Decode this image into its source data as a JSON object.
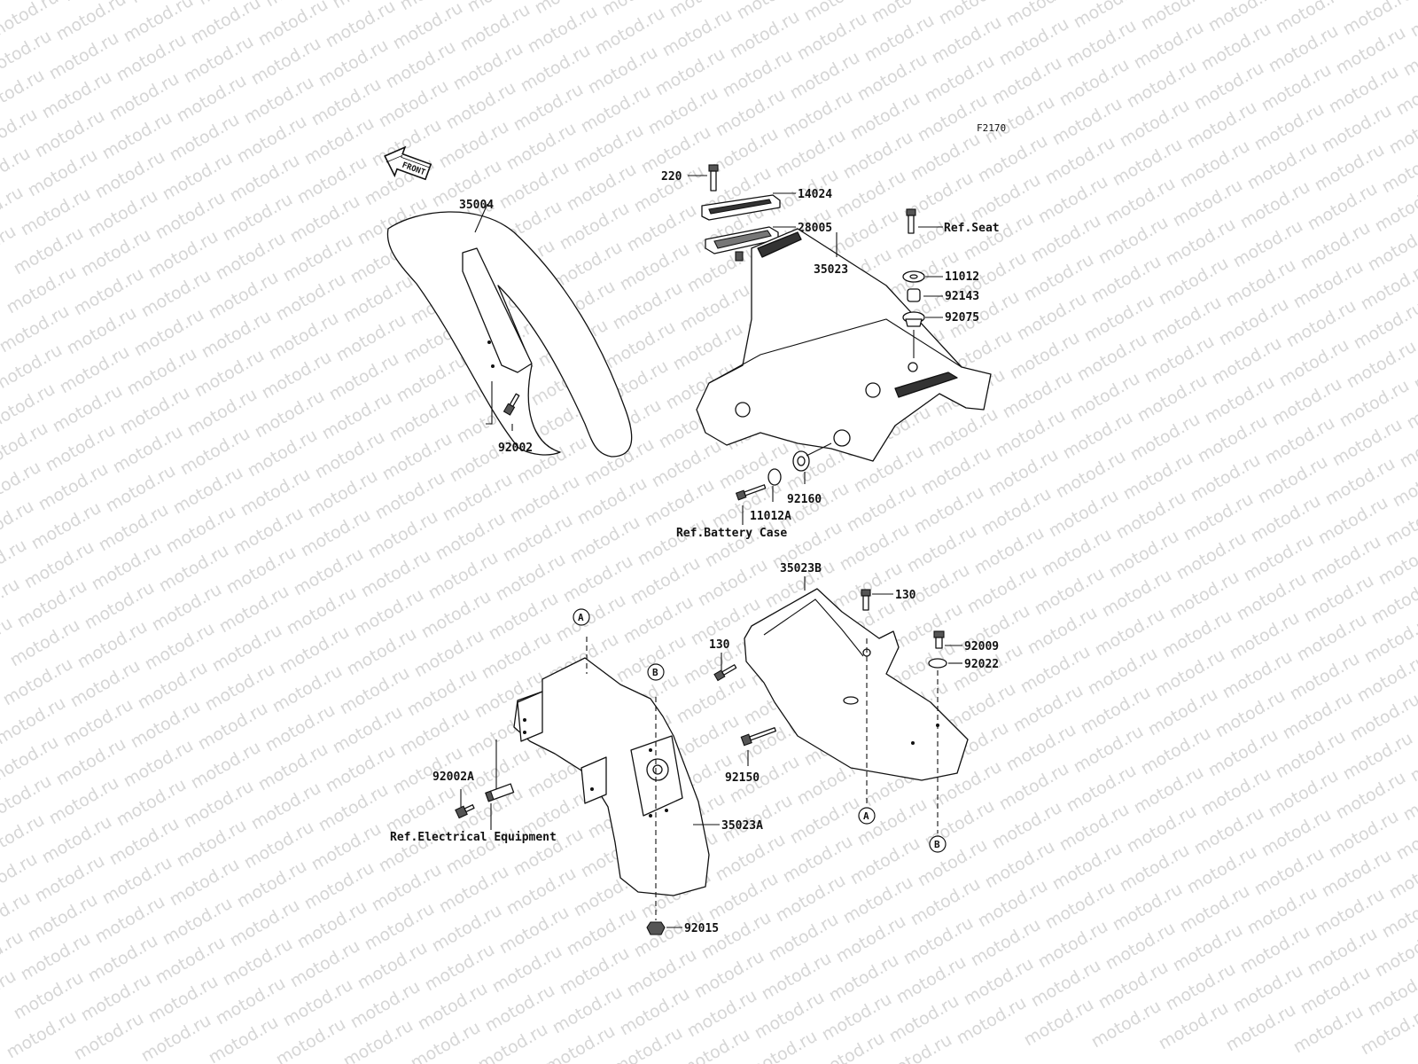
{
  "watermark": "motod.ru",
  "figure_code": "F2170",
  "front_label": "FRONT",
  "parts": {
    "front_fender": "35004",
    "front_fender_bolt": "92002",
    "bolt_220": "220",
    "lid": "14024",
    "gasket": "28005",
    "rear_cover": "35023",
    "ref_seat": "Ref.Seat",
    "washer_11012": "11012",
    "collar_92143": "92143",
    "grommet_92075": "92075",
    "grommet_92160": "92160",
    "washer_11012A": "11012A",
    "ref_battery": "Ref.Battery Case",
    "inner_fender": "35023B",
    "bolt_130_top": "130",
    "bolt_130_left": "130",
    "bolt_92009": "92009",
    "washer_92022": "92022",
    "bolt_92150": "92150",
    "rear_fender": "35023A",
    "bolt_92002A": "92002A",
    "ref_electrical": "Ref.Electrical Equipment",
    "nut_92015": "92015"
  },
  "connectors": {
    "a": "A",
    "b": "B"
  }
}
